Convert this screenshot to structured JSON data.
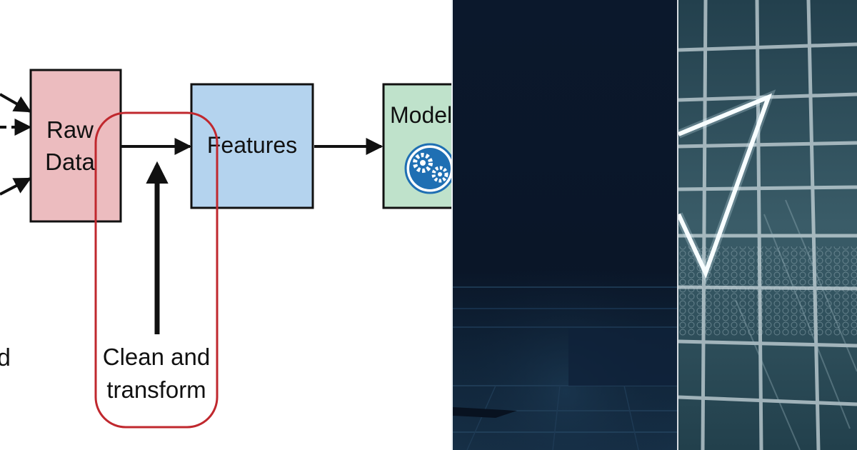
{
  "diagram": {
    "nodes": {
      "raw_data": [
        "Raw",
        "Data"
      ],
      "features": "Features",
      "model": "Model"
    },
    "annotation": [
      "Clean and",
      "transform"
    ],
    "left_fragment": "d"
  },
  "colors": {
    "raw_data_fill": "#ecbcbf",
    "features_fill": "#b4d3ee",
    "model_fill": "#bfe2cb",
    "highlight_stroke": "#c0282e",
    "gear_badge": "#1f6fb3",
    "dark_panel": "#0b182b",
    "chart_panel": "#2f4a56"
  },
  "icons": [
    "gears-icon",
    "arrow-icon",
    "triangle-trend-icon"
  ]
}
